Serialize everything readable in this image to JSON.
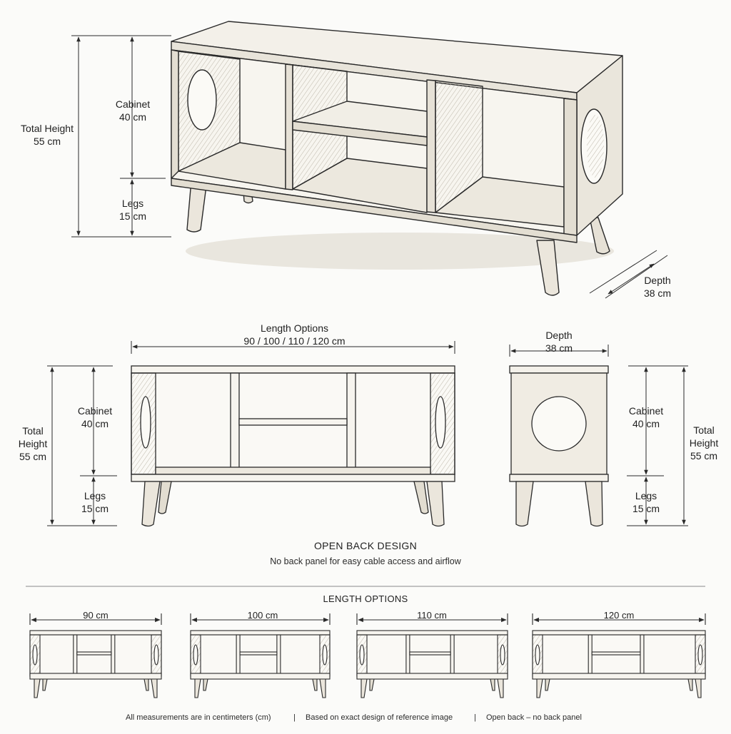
{
  "top_view": {
    "total_height": [
      "Total Height",
      "55 cm"
    ],
    "cabinet": [
      "Cabinet",
      "40 cm"
    ],
    "legs": [
      "Legs",
      "15 cm"
    ],
    "depth": [
      "Depth",
      "38 cm"
    ]
  },
  "front_view": {
    "length_title": "Length Options",
    "length_values": "90 / 100 / 110 / 120 cm",
    "total_height": [
      "Total",
      "Height",
      "55 cm"
    ],
    "cabinet": [
      "Cabinet",
      "40 cm"
    ],
    "legs": [
      "Legs",
      "15 cm"
    ]
  },
  "side_view": {
    "depth": [
      "Depth",
      "38 cm"
    ],
    "cabinet": [
      "Cabinet",
      "40 cm"
    ],
    "legs": [
      "Legs",
      "15 cm"
    ],
    "total_height": [
      "Total",
      "Height",
      "55 cm"
    ]
  },
  "open_back": {
    "title": "OPEN BACK DESIGN",
    "subtitle": "No back panel for easy cable access and airflow"
  },
  "length_options": {
    "title": "LENGTH OPTIONS",
    "items": [
      "90 cm",
      "100 cm",
      "110 cm",
      "120 cm"
    ]
  },
  "footer": {
    "note1": "All measurements are in centimeters (cm)",
    "sep": "|",
    "note2": "Based on exact design of reference image",
    "note3": "Open back – no back panel"
  },
  "colors": {
    "line": "#2a2a2a",
    "wood": "#f4f1ea",
    "shade": "#d9d4c8"
  }
}
